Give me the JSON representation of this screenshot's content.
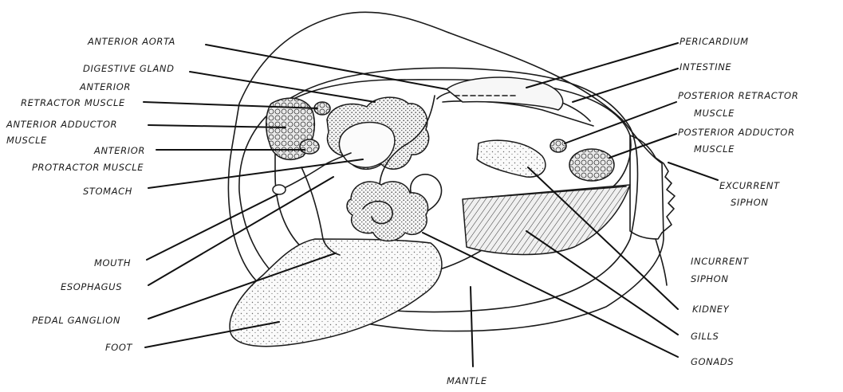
{
  "labels": {
    "anterior_aorta": "ANTERIOR AORTA",
    "digestive_gland": "DIGESTIVE GLAND",
    "anterior_retractor_1": "ANTERIOR",
    "anterior_retractor_2": "RETRACTOR MUSCLE",
    "anterior_adductor_1": "ANTERIOR ADDUCTOR",
    "anterior_adductor_2": "MUSCLE",
    "anterior_protractor_1": "ANTERIOR",
    "anterior_protractor_2": "PROTRACTOR MUSCLE",
    "stomach": "STOMACH",
    "mouth": "MOUTH",
    "esophagus": "ESOPHAGUS",
    "pedal_ganglion": "PEDAL GANGLION",
    "foot": "FOOT",
    "mantle": "MANTLE",
    "pericardium": "PERICARDIUM",
    "intestine": "INTESTINE",
    "posterior_retractor_1": "POSTERIOR RETRACTOR",
    "posterior_retractor_2": "MUSCLE",
    "posterior_adductor_1": "POSTERIOR ADDUCTOR",
    "posterior_adductor_2": "MUSCLE",
    "excurrent_1": "EXCURRENT",
    "excurrent_2": "SIPHON",
    "incurrent_1": "INCURRENT",
    "incurrent_2": "SIPHON",
    "kidney": "KIDNEY",
    "gills": "GILLS",
    "gonads": "GONADS"
  },
  "colors": {
    "ink": "#1a1a1a",
    "stipple": "#555555",
    "paper": "#ffffff"
  }
}
